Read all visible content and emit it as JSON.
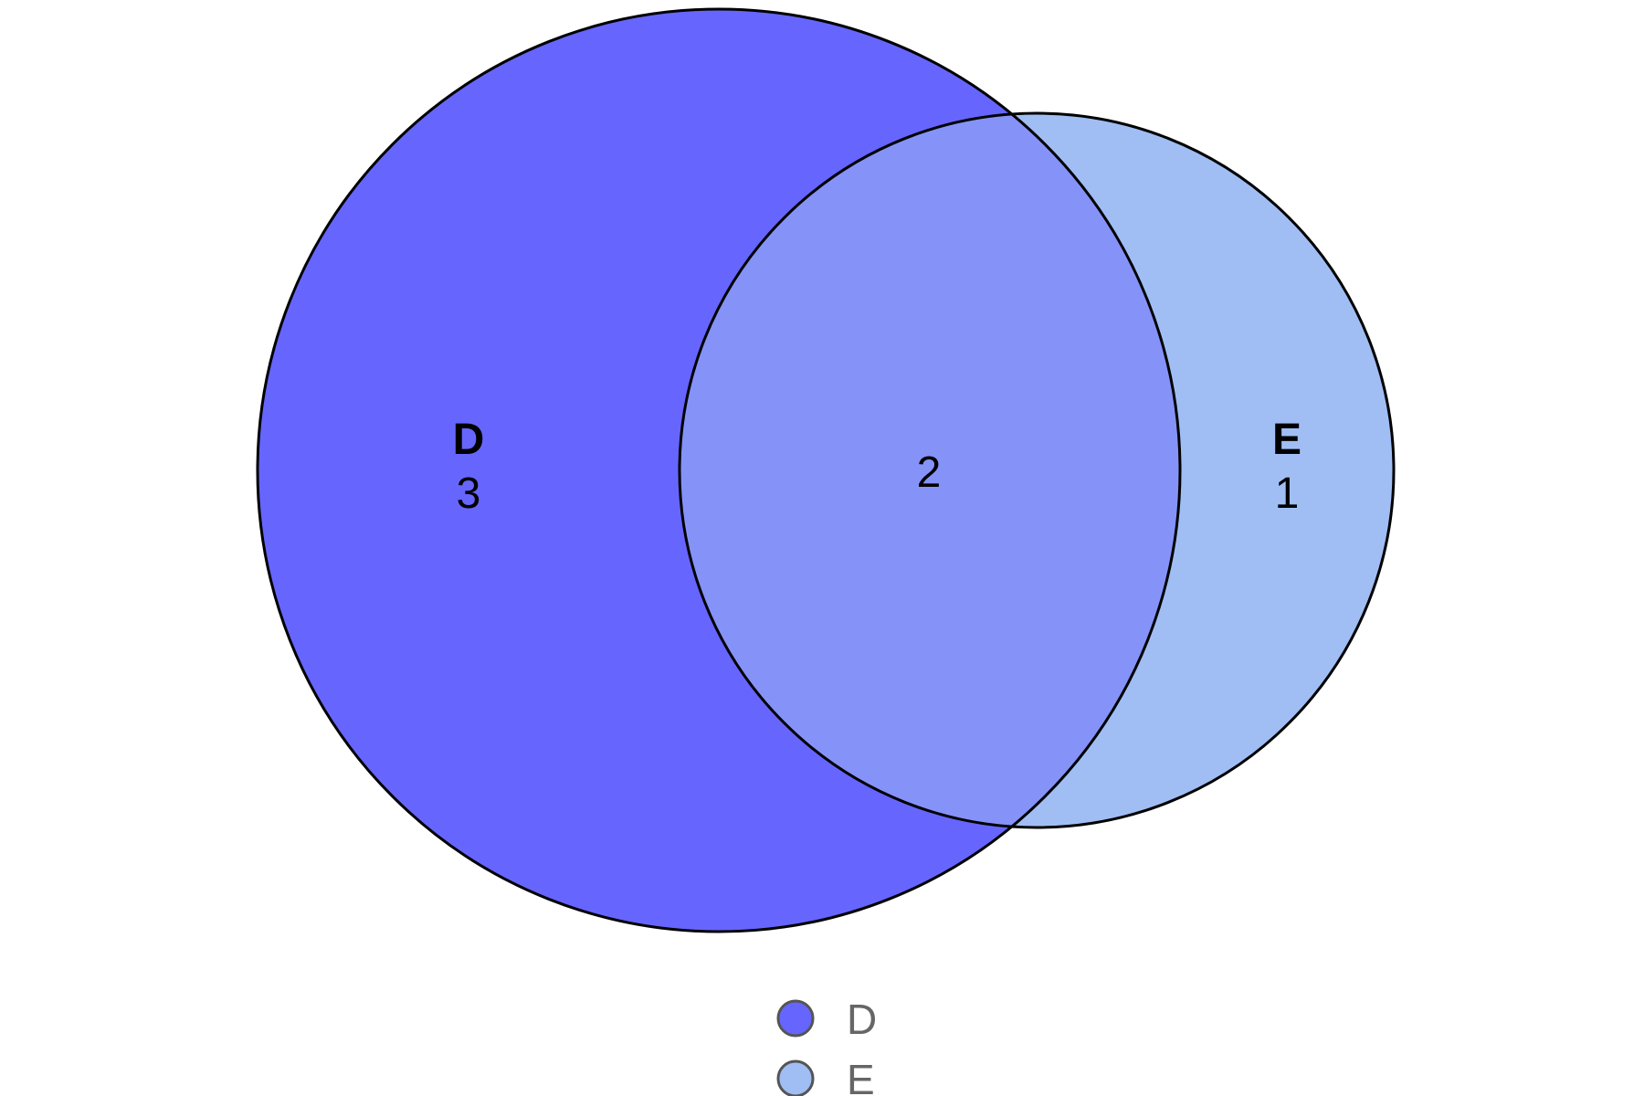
{
  "chart_data": {
    "type": "venn",
    "sets": [
      {
        "name": "D",
        "only_count": "3",
        "color": "#6666ff"
      },
      {
        "name": "E",
        "only_count": "1",
        "color": "#a0bef4"
      }
    ],
    "intersections": [
      {
        "sets": [
          "D",
          "E"
        ],
        "count": "2",
        "color": "#8593f8"
      }
    ],
    "legend": {
      "placement": "bottom-center",
      "items": [
        {
          "label": "D",
          "color": "#6666ff"
        },
        {
          "label": "E",
          "color": "#a0bef4"
        }
      ]
    },
    "colors": {
      "outline": "#000000",
      "legend_outline": "#555555",
      "legend_text": "#666666"
    }
  }
}
